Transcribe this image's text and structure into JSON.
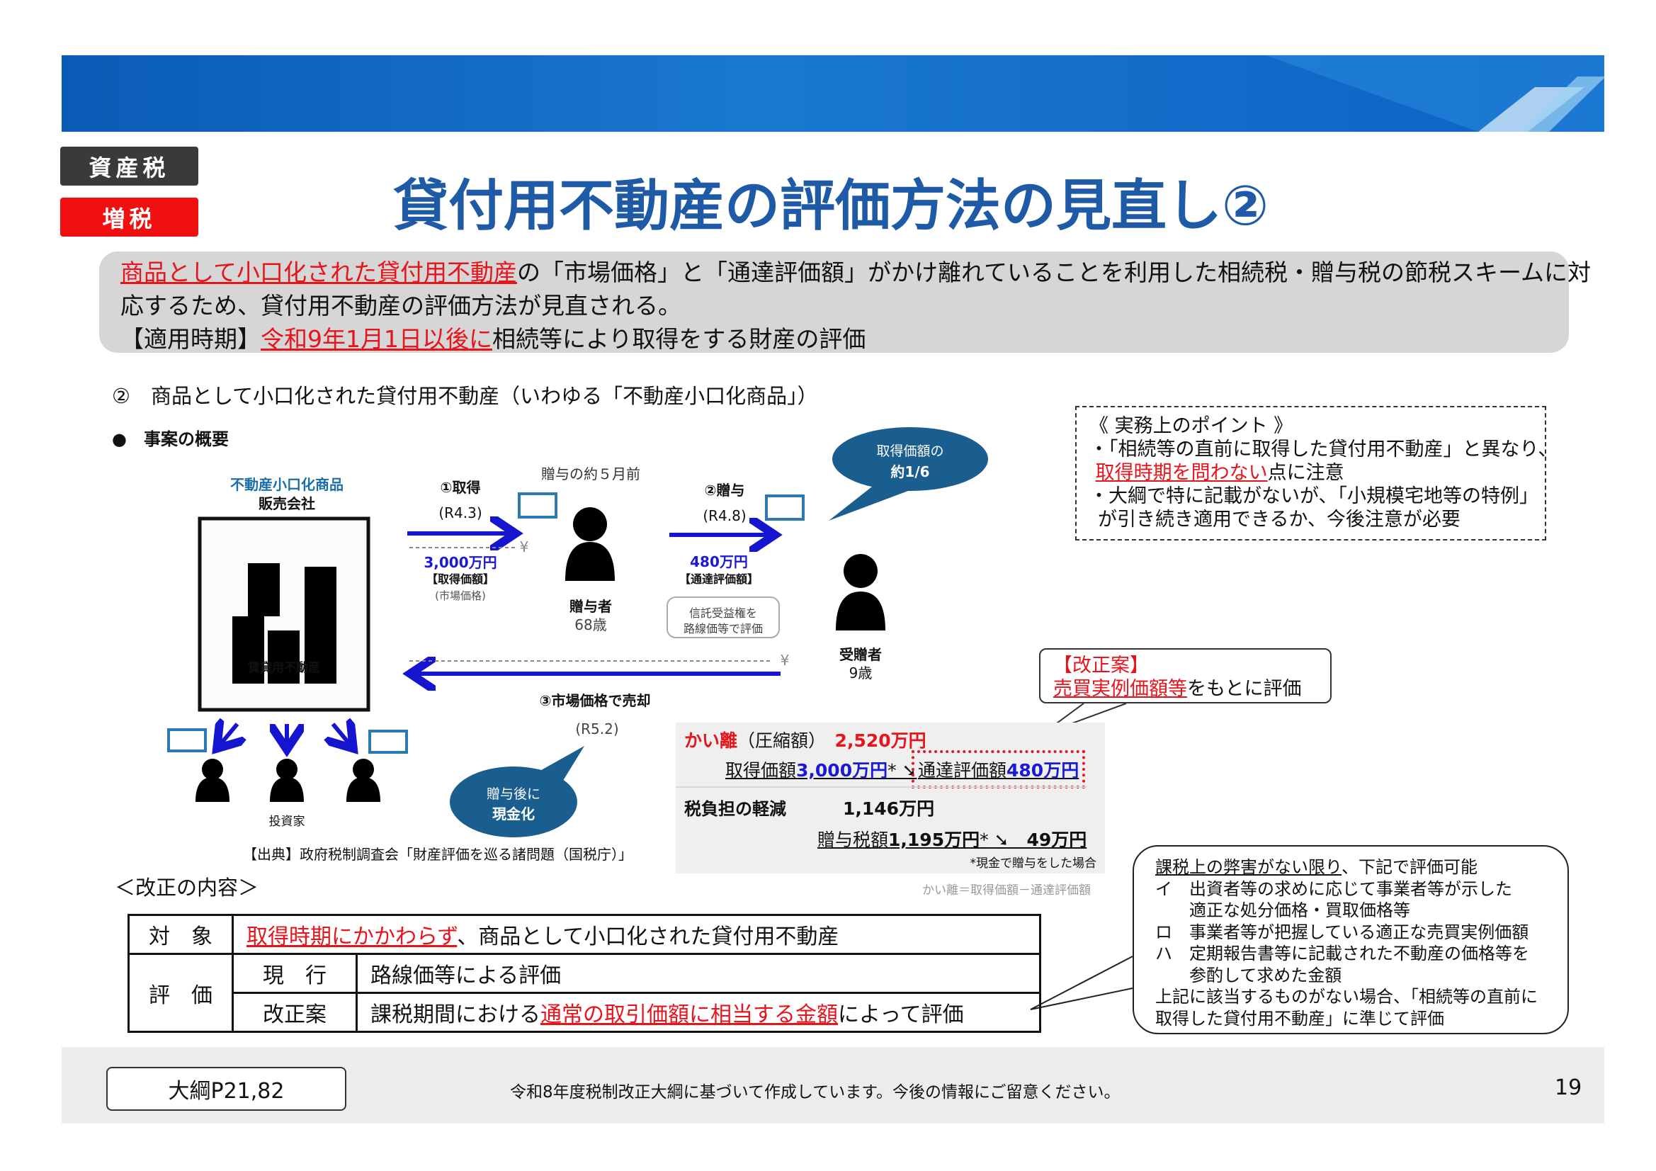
{
  "tags": {
    "tax_type": "資産税",
    "direction": "増税"
  },
  "title": "貸付用不動産の評価方法の見直し②",
  "summary": {
    "line1_red": "商品として小口化された貸付用不動産",
    "line1_rest": "の「市場価格」と「通達評価額」がかけ離れていることを利用した相続税・贈与税の節税スキームに対",
    "line2": "応するため、貸付用不動産の評価方法が見直される。",
    "line3_prefix": "【適用時期】",
    "line3_red": "令和9年1月1日以後に",
    "line3_rest": "相続等により取得をする財産の評価"
  },
  "subtitle": "②　商品として小口化された貸付用不動産（いわゆる「不動産小口化商品」）",
  "overview_heading": "●　事案の概要",
  "diagram": {
    "company_line1": "不動産小口化商品",
    "company_line2": "販売会社",
    "property_label": "賃貸用不動産",
    "step1": "①取得",
    "step1_date": "(R4.3)",
    "step1_amount": "3,000万円",
    "step1_amount_label": "【取得価額】",
    "step1_note": "(市場価格)",
    "months_before": "贈与の約５月前",
    "donor_label": "贈与者",
    "donor_age": "68歳",
    "step2": "②贈与",
    "step2_date": "(R4.8)",
    "step2_amount": "480万円",
    "step2_amount_label": "【通達評価額】",
    "trust_note_1": "信託受益権を",
    "trust_note_2": "路線価等で評価",
    "bubble1_line1": "取得価額の",
    "bubble1_line2": "約1/6",
    "donee_label": "受贈者",
    "donee_age": "9歳",
    "yen": "¥",
    "step3": "③市場価格で売却",
    "step3_date": "(R5.2)",
    "bubble2_line1": "贈与後に",
    "bubble2_line2": "現金化",
    "investors_label": "投資家",
    "source": "【出典】政府税制調査会「財産評価を巡る諸問題（国税庁）」"
  },
  "result": {
    "gap_label": "かい離",
    "gap_sub": "（圧縮額）",
    "gap_amount": "2,520万円",
    "acq_label": "取得価額",
    "acq_amount": "3,000万円",
    "acq_star": "*",
    "eval_label": "通達評価額",
    "eval_amount": "480万円",
    "reduction_label": "税負担の軽減",
    "reduction_amount": "1,146万円",
    "gift_tax_label": "贈与税額",
    "gift_tax_before": "1,195万円",
    "gift_tax_star": "*",
    "gift_tax_after": "49万円",
    "footnote": "*現金で贈与をした場合",
    "formula": "かい離＝取得価額－通達評価額"
  },
  "points": {
    "heading": "《 実務上のポイント 》",
    "b1": "・「相続等の直前に取得した貸付用不動産」と異なり、",
    "b1_red": "取得時期を問わない",
    "b1_rest": "点に注意",
    "b2": "・大綱で特に記載がないが、「小規模宅地等の特例」",
    "b2_cont": "が引き続き適用できるか、今後注意が必要"
  },
  "kaisei_callout": {
    "heading": "【改正案】",
    "red": "売買実例価額等",
    "rest": "をもとに評価"
  },
  "revision_heading": "＜改正の内容＞",
  "table": {
    "target_label": "対　象",
    "target_red": "取得時期にかかわらず",
    "target_rest": "、商品として小口化された貸付用不動産",
    "eval_label": "評　価",
    "current_label": "現　行",
    "current_value": "路線価等による評価",
    "proposal_label": "改正案",
    "proposal_prefix": "課税期間における",
    "proposal_red": "通常の取引価額に相当する金額",
    "proposal_rest": "によって評価"
  },
  "callout": {
    "l1": "課税上の弊害がない限り",
    "l1_rest": "、下記で評価可能",
    "l2": "イ　出資者等の求めに応じて事業者等が示した",
    "l3": "　　適正な処分価格・買取価格等",
    "l4": "ロ　事業者等が把握している適正な売買実例価額",
    "l5": "ハ　定期報告書等に記載された不動産の価格等を",
    "l6": "　　参酌して求めた金額",
    "l7": "上記に該当するものがない場合、「相続等の直前に",
    "l8": "取得した貸付用不動産」に準じて評価"
  },
  "footer": {
    "reference": "大綱P21,82",
    "notice": "令和8年度税制改正大綱に基づいて作成しています。今後の情報にご留意ください。",
    "page": "19"
  }
}
